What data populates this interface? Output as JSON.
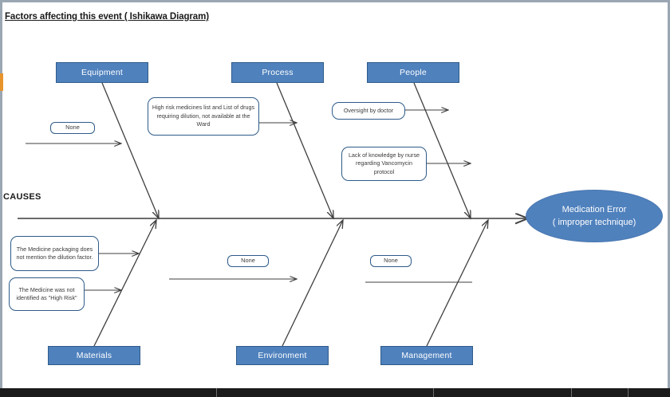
{
  "document": {
    "title": "Factors affecting this event ( Ishikawa Diagram)",
    "causes_label": "CAUSES"
  },
  "diagram": {
    "type": "ishikawa-fishbone",
    "effect": {
      "line1": "Medication Error",
      "line2": "( improper technique)"
    },
    "colors": {
      "box_fill": "#4f81bd",
      "box_border": "#2e5b8a",
      "cause_border": "#2e5b8a",
      "text_on_blue": "#ffffff",
      "line": "#3f3f3f",
      "page_edge": "#9aa6b2",
      "marker": "#e8942c"
    },
    "categories": [
      {
        "id": "equipment",
        "label": "Equipment",
        "position": "top"
      },
      {
        "id": "process",
        "label": "Process",
        "position": "top"
      },
      {
        "id": "people",
        "label": "People",
        "position": "top"
      },
      {
        "id": "materials",
        "label": "Materials",
        "position": "bottom"
      },
      {
        "id": "environment",
        "label": "Environment",
        "position": "bottom"
      },
      {
        "id": "management",
        "label": "Management",
        "position": "bottom"
      }
    ],
    "causes": [
      {
        "id": "equipment-none",
        "category": "equipment",
        "text": "None"
      },
      {
        "id": "process-highrisk",
        "category": "process",
        "text": "High risk medicines list and List of drugs requiring dilution, not available at the Ward"
      },
      {
        "id": "people-oversight",
        "category": "people",
        "text": "Oversight by doctor"
      },
      {
        "id": "people-knowledge",
        "category": "people",
        "text": "Lack of knowledge by nurse regarding Vancomycin protocol"
      },
      {
        "id": "materials-packaging",
        "category": "materials",
        "text": "The Medicine packaging does not mention the dilution factor."
      },
      {
        "id": "materials-highrisk",
        "category": "materials",
        "text": "The Medicine was not identified as \"High Risk\""
      },
      {
        "id": "environment-none",
        "category": "environment",
        "text": "None"
      },
      {
        "id": "management-none",
        "category": "management",
        "text": "None"
      }
    ]
  }
}
